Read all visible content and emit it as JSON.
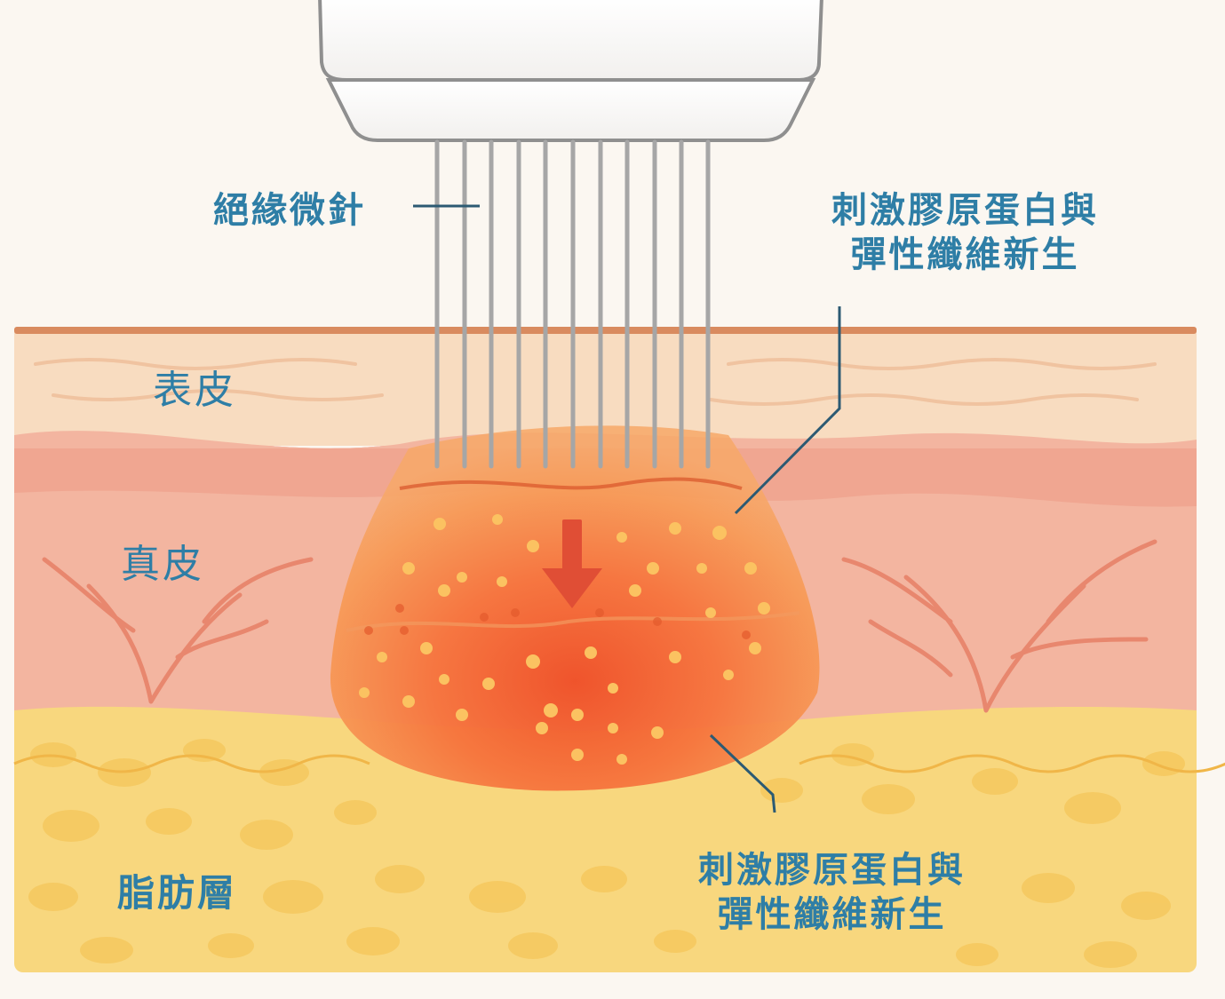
{
  "labels": {
    "needle": "絕緣微針",
    "epidermis": "表皮",
    "dermis": "真皮",
    "fat": "脂肪層",
    "regen_upper": [
      "刺激膠原蛋白與",
      "彈性纖維新生"
    ],
    "regen_lower": [
      "刺激膠原蛋白與",
      "彈性纖維新生"
    ]
  },
  "colors": {
    "label_text": "#2e7ea6",
    "epidermis": "#f8dcc0",
    "dermis": "#f3b5a0",
    "fat": "#f8d77e",
    "heat_core": "#ef5a2a",
    "needle": "#a6a6a6"
  },
  "icons": [
    "microneedle-handpiece-icon",
    "down-arrow-icon",
    "blood-vessel-icon"
  ]
}
